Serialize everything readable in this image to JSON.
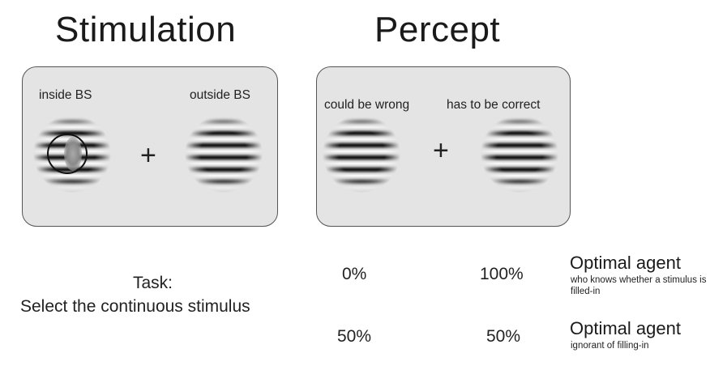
{
  "titles": {
    "stimulation": "Stimulation",
    "percept": "Percept"
  },
  "stimulation_panel": {
    "left_label": "inside BS",
    "right_label": "outside BS",
    "fixation": "+",
    "left_icon": "grating-with-blindspot-gap-icon",
    "right_icon": "horizontal-grating-icon"
  },
  "percept_panel": {
    "left_label": "could be wrong",
    "right_label": "has to be correct",
    "fixation": "+",
    "left_icon": "horizontal-grating-icon",
    "right_icon": "horizontal-grating-icon"
  },
  "task": {
    "line1": "Task:",
    "line2": "Select the continuous stimulus"
  },
  "agents": [
    {
      "left_value": "0%",
      "right_value": "100%",
      "title": "Optimal agent",
      "subtitle": "who knows whether a stimulus is filled-in"
    },
    {
      "left_value": "50%",
      "right_value": "50%",
      "title": "Optimal agent",
      "subtitle": "ignorant of filling-in"
    }
  ]
}
